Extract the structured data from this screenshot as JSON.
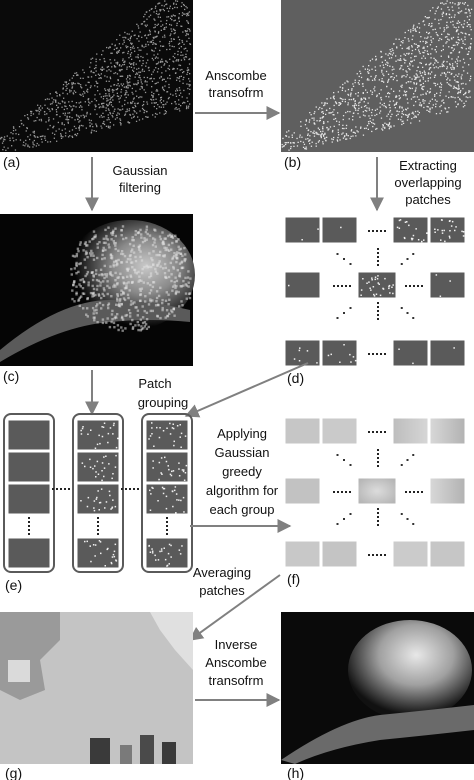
{
  "panels": {
    "a": "(a)",
    "b": "(b)",
    "c": "(c)",
    "d": "(d)",
    "e": "(e)",
    "f": "(f)",
    "g": "(g)",
    "h": "(h)"
  },
  "steps": {
    "anscombe": [
      "Anscombe",
      "transofrm"
    ],
    "gaussian_filtering": [
      "Gaussian",
      "filtering"
    ],
    "extracting": [
      "Extracting",
      "overlapping",
      "patches"
    ],
    "patch_grouping": [
      "Patch",
      "grouping"
    ],
    "applying": [
      "Applying",
      "Gaussian",
      "greedy",
      "algorithm for",
      "each group"
    ],
    "averaging": [
      "Averaging",
      "patches"
    ],
    "inverse": [
      "Inverse",
      "Anscombe",
      "transofrm"
    ]
  },
  "ellipsis": "……",
  "colors": {
    "arrow": "#808080",
    "noisy_bg": "#5f5f5f",
    "dark_bg": "#0a0a0a",
    "patch_gray": "#5a5a5a",
    "smooth_patch": "#c4c4c4",
    "group_border": "#5a5a5a"
  }
}
